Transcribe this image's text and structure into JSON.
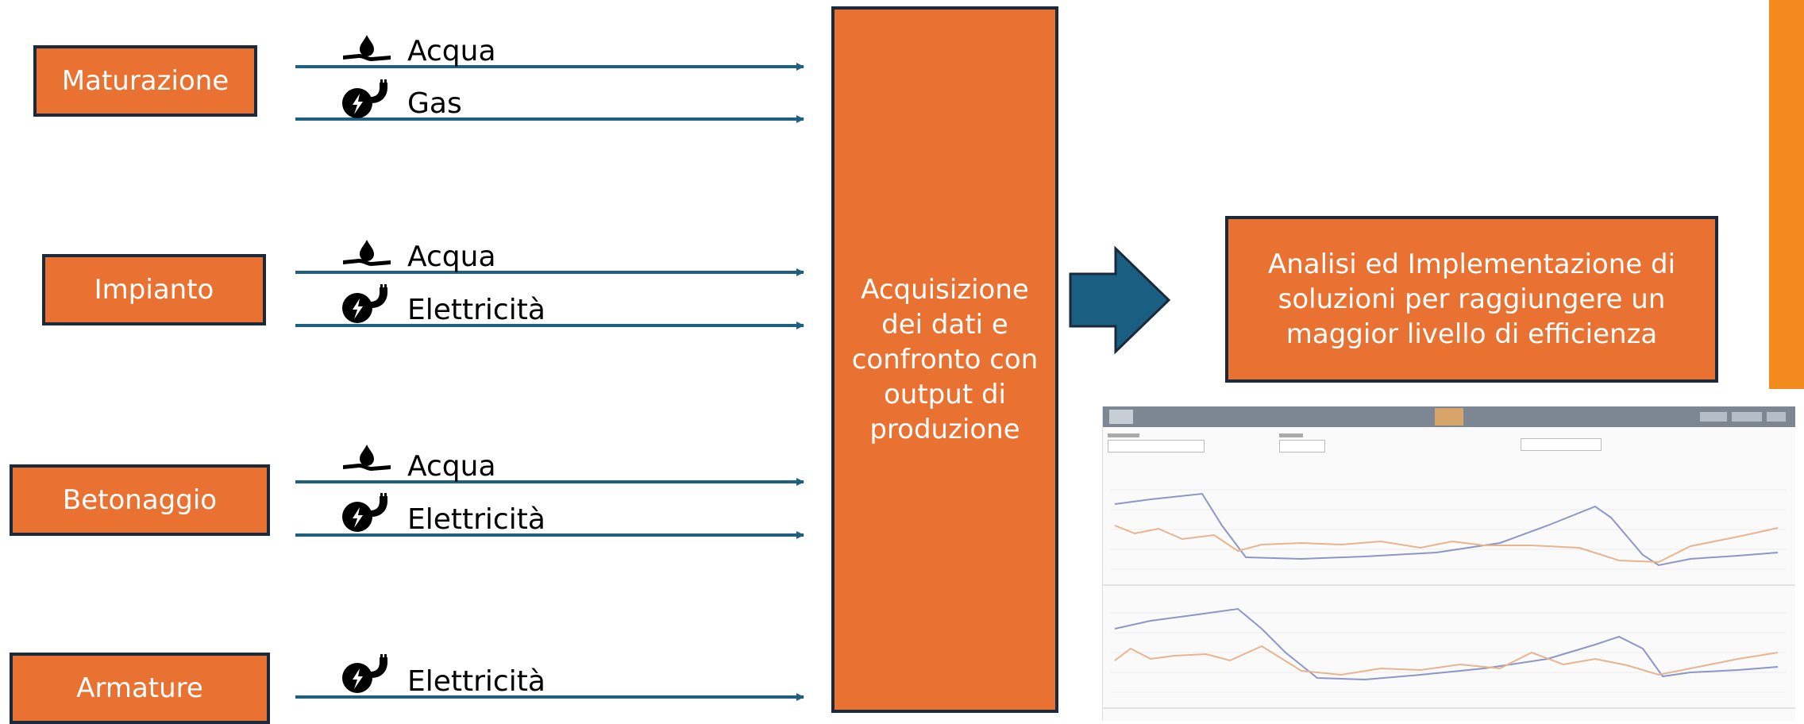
{
  "sources": [
    {
      "id": "maturazione",
      "label": "Maturazione",
      "flows": [
        {
          "label": "Acqua",
          "icon": "water-drop-hand-icon"
        },
        {
          "label": "Gas",
          "icon": "power-plug-icon"
        }
      ]
    },
    {
      "id": "impianto",
      "label": "Impianto",
      "flows": [
        {
          "label": "Acqua",
          "icon": "water-drop-hand-icon"
        },
        {
          "label": "Elettricità",
          "icon": "power-plug-icon"
        }
      ]
    },
    {
      "id": "betonaggio",
      "label": "Betonaggio",
      "flows": [
        {
          "label": "Acqua",
          "icon": "water-drop-hand-icon"
        },
        {
          "label": "Elettricità",
          "icon": "power-plug-icon"
        }
      ]
    },
    {
      "id": "armature",
      "label": "Armature",
      "flows": [
        {
          "label": "Elettricità",
          "icon": "power-plug-icon"
        }
      ]
    }
  ],
  "center_box": {
    "text": "Acquisizione dei dati e confronto con output di produzione"
  },
  "result_box": {
    "text": "Analisi ed Implementazione di soluzioni per raggiungere un maggior livello di efficienza"
  },
  "colors": {
    "box_fill": "#E97132",
    "box_border": "#1b2a3a",
    "arrow": "#1f5f80",
    "big_arrow": "#1a5e82",
    "accent_bar": "#F28A1E"
  }
}
